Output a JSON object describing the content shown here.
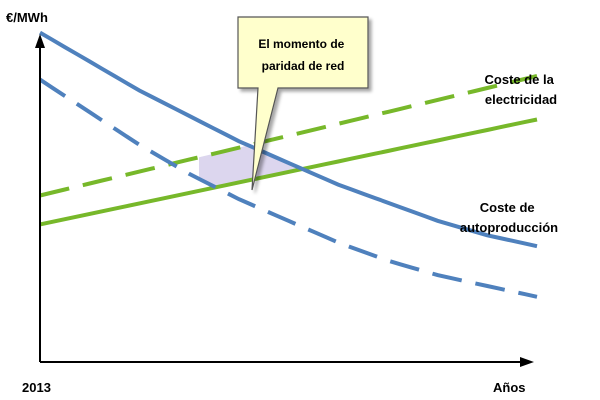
{
  "chart_data": {
    "type": "line",
    "ylabel": "€/MWh",
    "xlabel": "Años",
    "x_start_label": "2013",
    "xlim": [
      0,
      10
    ],
    "ylim": [
      0,
      10
    ],
    "grid": false,
    "series": [
      {
        "name": "Coste de la electricidad",
        "label_lines": [
          "Coste de la",
          "electricidad"
        ],
        "color": "#77b82a",
        "x": [
          0,
          10
        ],
        "y_solid": [
          3.8,
          6.7
        ],
        "y_dashed": [
          4.6,
          7.9
        ]
      },
      {
        "name": "Coste de autoproducción",
        "label_lines": [
          "Coste de",
          "autoproducción"
        ],
        "color": "#4f81bd",
        "x": [
          0,
          1,
          2,
          3,
          4,
          5,
          6,
          7,
          8,
          9,
          10
        ],
        "y_solid": [
          9.1,
          8.3,
          7.5,
          6.8,
          6.1,
          5.5,
          4.9,
          4.4,
          3.9,
          3.5,
          3.2
        ],
        "y_dashed": [
          7.8,
          6.9,
          6.0,
          5.2,
          4.5,
          3.9,
          3.3,
          2.8,
          2.4,
          2.1,
          1.8
        ]
      }
    ],
    "annotations": [
      {
        "text_lines": [
          "El momento de",
          "paridad de red"
        ],
        "region_color": "#dcd6ee",
        "region_x": [
          3.2,
          5.4
        ]
      }
    ],
    "axis_color": "#000000"
  }
}
